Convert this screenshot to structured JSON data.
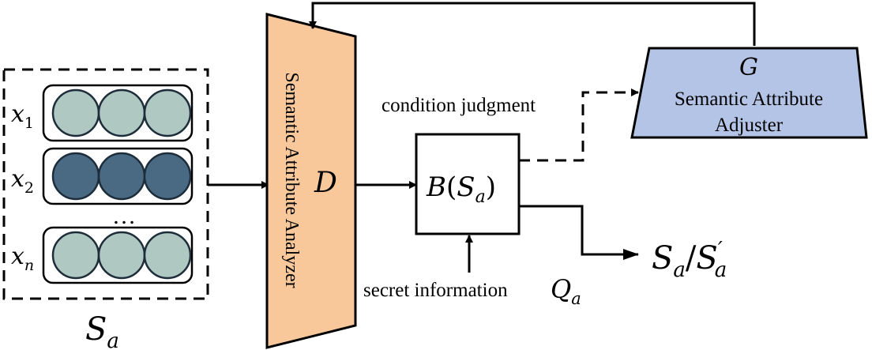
{
  "set_label": {
    "base": "S",
    "sub": "a"
  },
  "rows": [
    {
      "base": "x",
      "sub": "1",
      "fill": "#b0c8c2"
    },
    {
      "base": "x",
      "sub": "2",
      "fill": "#4a6a84"
    },
    {
      "base": "x",
      "sub": "n",
      "fill": "#b0c8c2"
    }
  ],
  "ellipsis": "…",
  "analyzer": {
    "title": "Semantic Attribute Analyzer",
    "symbol": "D",
    "fill": "#f8c89b"
  },
  "adjuster": {
    "symbol": "G",
    "line1": "Semantic Attribute",
    "line2": "Adjuster",
    "fill": "#b4c4e6"
  },
  "judge": {
    "fn": "B",
    "base": "S",
    "sub": "a"
  },
  "condition_label": "condition judgment",
  "secret": {
    "text": "secret information",
    "base": "Q",
    "sub": "a"
  },
  "output": {
    "base1": "S",
    "sub1": "a",
    "slash": "/",
    "base2": "S",
    "sup2": "′",
    "sub2": "a"
  },
  "colors": {
    "line": "#000000",
    "circle_stroke": "#1e2d3a"
  }
}
